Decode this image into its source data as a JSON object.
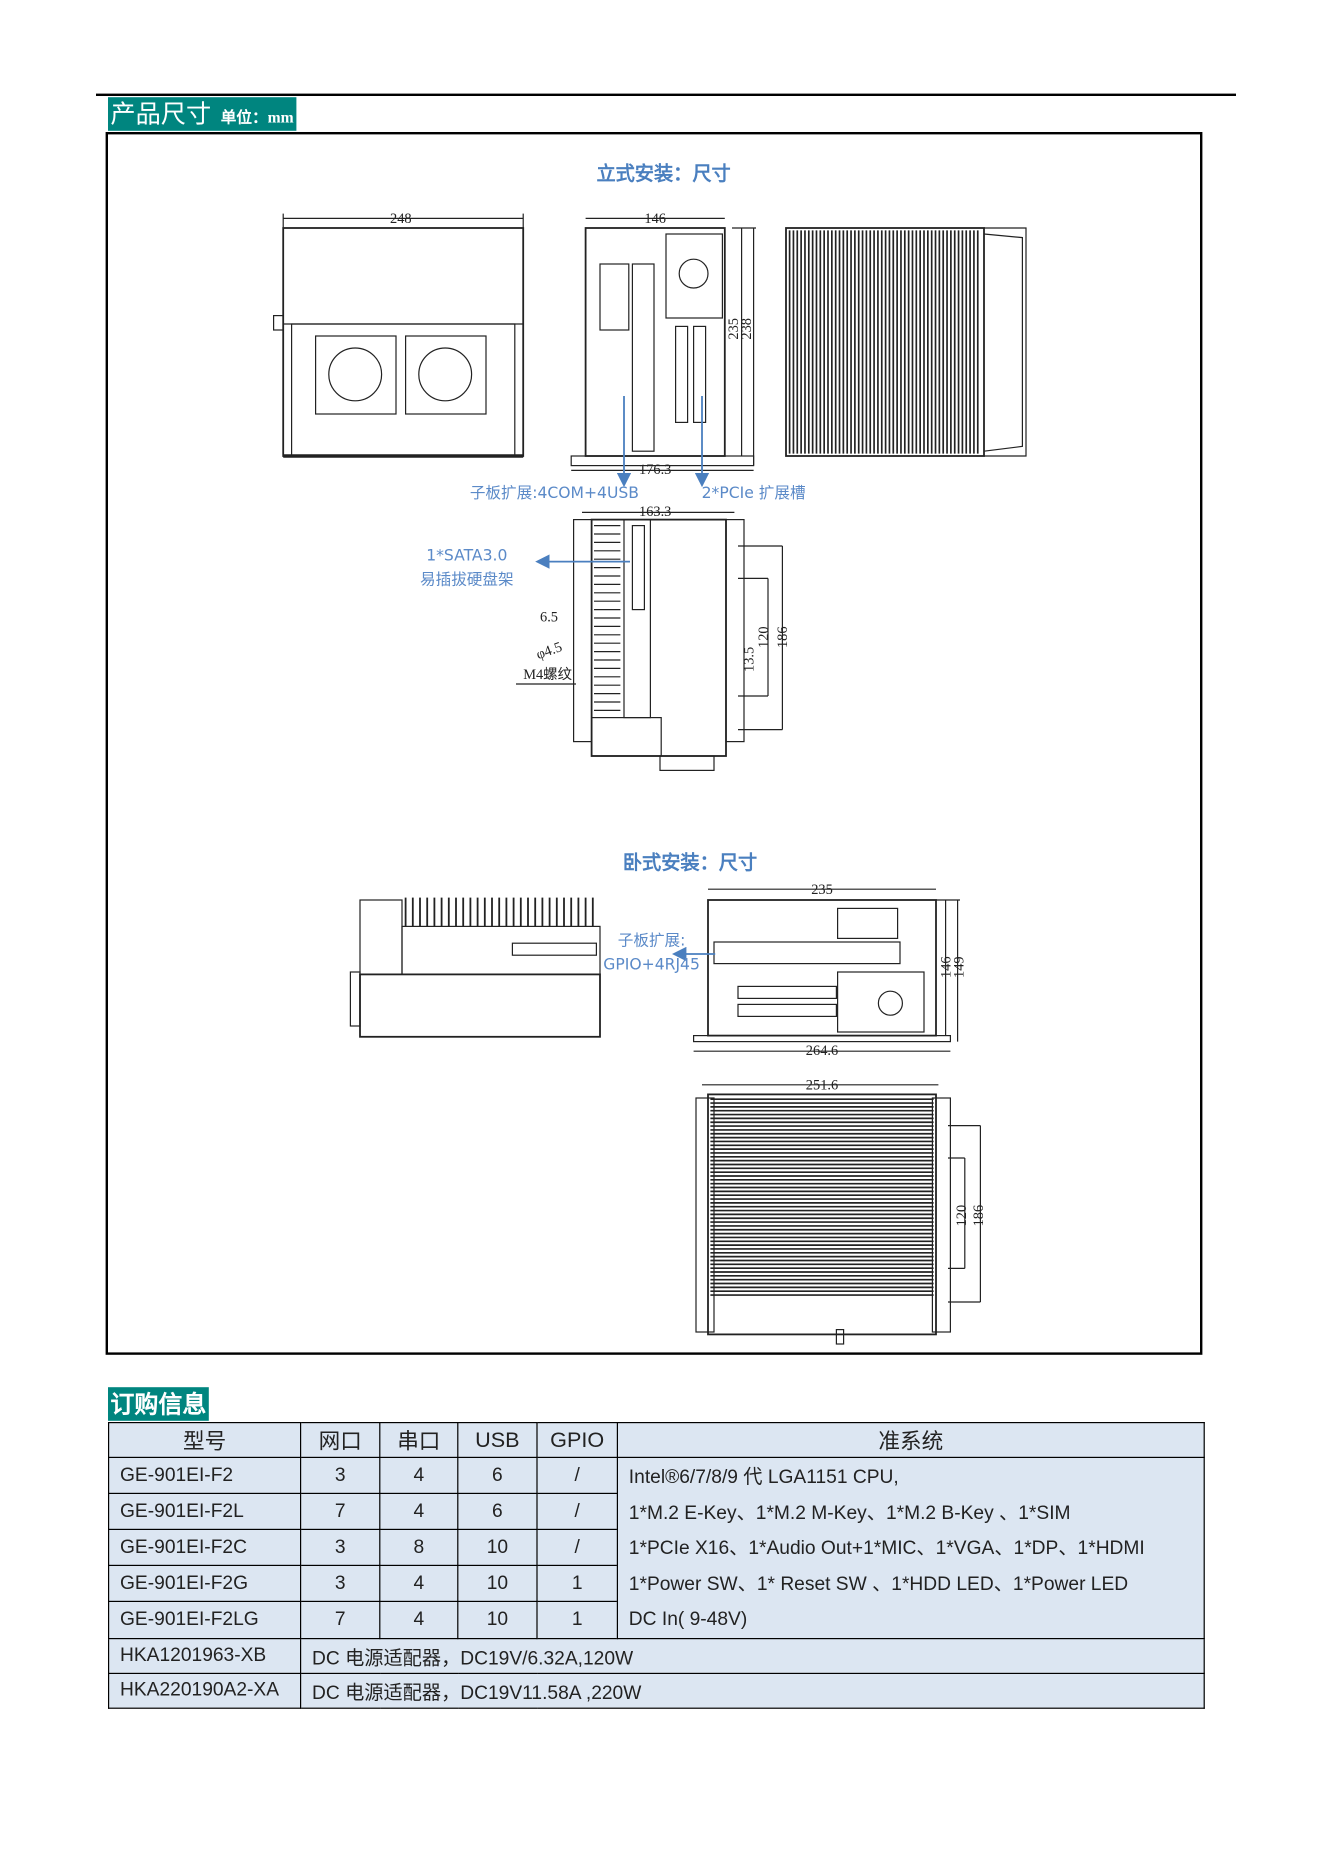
{
  "section_dimensions": {
    "title": "产品尺寸",
    "unit": "单位：mm"
  },
  "vertical": {
    "title": "立式安装：尺寸",
    "dims": {
      "front_width": "248",
      "side_width": "146",
      "height_inner": "235",
      "height_outer": "238",
      "base_width": "176.3",
      "top_width": "163.3",
      "hole_6_5": "6.5",
      "hole_dia": "φ4.5",
      "thread": "M4螺纹",
      "offset": "13.5",
      "pitch_120": "120",
      "pitch_186": "186"
    },
    "labels": {
      "daughter_board": "子板扩展:4COM+4USB",
      "pcie": "2*PCIe 扩展槽",
      "sata_line1": "1*SATA3.0",
      "sata_line2": "易插拔硬盘架"
    }
  },
  "horizontal": {
    "title": "卧式安装：尺寸",
    "dims": {
      "width": "235",
      "base_width": "264.6",
      "height_inner": "146",
      "height_outer": "149",
      "bottom_width": "251.6",
      "pitch_120": "120",
      "pitch_186": "186"
    },
    "labels": {
      "daughter_line1": "子板扩展:",
      "daughter_line2": "GPIO+4RJ45"
    }
  },
  "section_order": {
    "title": "订购信息"
  },
  "order_table": {
    "headers": [
      "型号",
      "网口",
      "串口",
      "USB",
      "GPIO",
      "准系统"
    ],
    "rows": [
      [
        "GE-901EI-F2",
        "3",
        "4",
        "6",
        "/"
      ],
      [
        "GE-901EI-F2L",
        "7",
        "4",
        "6",
        "/"
      ],
      [
        "GE-901EI-F2C",
        "3",
        "8",
        "10",
        "/"
      ],
      [
        "GE-901EI-F2G",
        "3",
        "4",
        "10",
        "1"
      ],
      [
        "GE-901EI-F2LG",
        "7",
        "4",
        "10",
        "1"
      ]
    ],
    "description": [
      "Intel®6/7/8/9 代 LGA1151 CPU,",
      "1*M.2 E-Key、1*M.2 M-Key、1*M.2 B-Key 、1*SIM",
      "1*PCIe X16、1*Audio Out+1*MIC、1*VGA、1*DP、1*HDMI",
      "1*Power SW、1* Reset SW 、1*HDD LED、1*Power LED",
      "DC In( 9-48V)"
    ],
    "accessories": [
      [
        "HKA1201963-XB",
        "DC 电源适配器，DC19V/6.32A,120W"
      ],
      [
        "HKA220190A2-XA",
        "DC 电源适配器，DC19V11.58A ,220W"
      ]
    ]
  },
  "colors": {
    "accent": "#00857f",
    "label_blue": "#4a7fbf",
    "table_bg": "#dce6f2"
  }
}
